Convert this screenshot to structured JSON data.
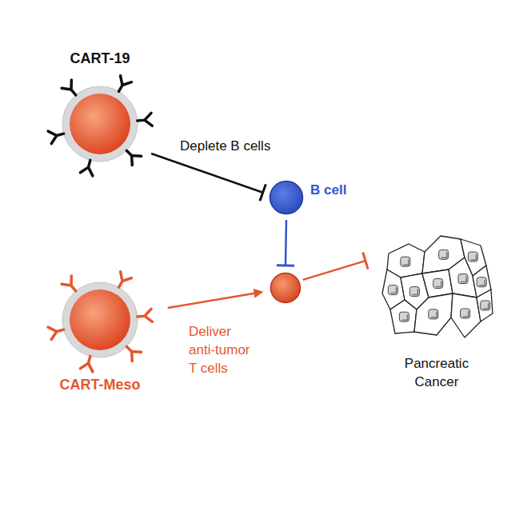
{
  "diagram": {
    "nodes": [
      {
        "text": [
          "CART-19"
        ]
      },
      {
        "text": [
          "B cell"
        ]
      },
      {
        "text": []
      },
      {
        "text": [
          "Pancreatic Cancer"
        ]
      },
      {
        "text": [
          "CART-Meso"
        ]
      }
    ],
    "edges": [
      {
        "from": 0,
        "to": 1,
        "arrow": "to",
        "label": "Deplete B cells"
      },
      {
        "from": 1,
        "to": 2,
        "arrow": "to"
      },
      {
        "from": 4,
        "to": 2,
        "arrow": "to",
        "label": "Deliver anti-tumor T cells"
      },
      {
        "from": 2,
        "to": 3,
        "arrow": "to"
      }
    ]
  }
}
